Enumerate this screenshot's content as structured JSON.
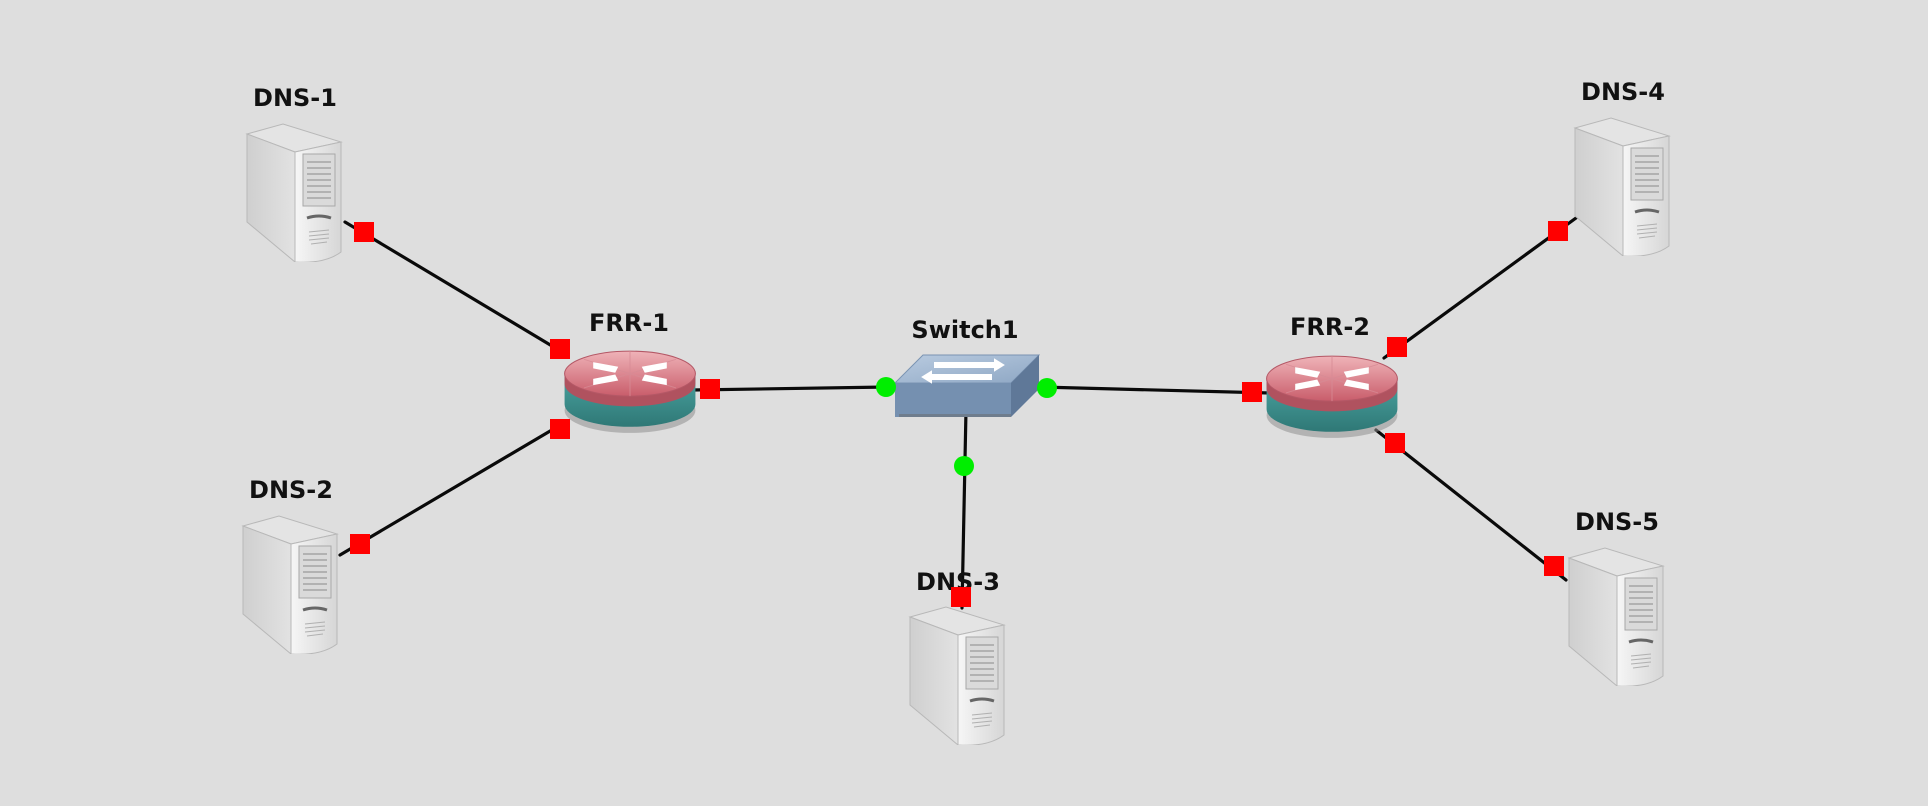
{
  "topology": {
    "nodes": {
      "dns1": {
        "label": "DNS-1",
        "type": "server",
        "icon": "server-icon"
      },
      "dns2": {
        "label": "DNS-2",
        "type": "server",
        "icon": "server-icon"
      },
      "dns3": {
        "label": "DNS-3",
        "type": "server",
        "icon": "server-icon"
      },
      "dns4": {
        "label": "DNS-4",
        "type": "server",
        "icon": "server-icon"
      },
      "dns5": {
        "label": "DNS-5",
        "type": "server",
        "icon": "server-icon"
      },
      "frr1": {
        "label": "FRR-1",
        "type": "router",
        "icon": "router-icon"
      },
      "frr2": {
        "label": "FRR-2",
        "type": "router",
        "icon": "router-icon"
      },
      "switch1": {
        "label": "Switch1",
        "type": "switch",
        "icon": "switch-icon"
      }
    },
    "links": [
      {
        "from": "dns1",
        "to": "frr1",
        "status": "down"
      },
      {
        "from": "dns2",
        "to": "frr1",
        "status": "down"
      },
      {
        "from": "frr1",
        "to": "switch1",
        "status": "mixed"
      },
      {
        "from": "switch1",
        "to": "dns3",
        "status": "mixed"
      },
      {
        "from": "switch1",
        "to": "frr2",
        "status": "mixed"
      },
      {
        "from": "frr2",
        "to": "dns4",
        "status": "down"
      },
      {
        "from": "frr2",
        "to": "dns5",
        "status": "down"
      }
    ],
    "colors": {
      "background": "#dedede",
      "link": "#0a0a0a",
      "port_down": "#ff0000",
      "port_up": "#00ee00",
      "router_top": "#d9707d",
      "router_base": "#3d8c8a",
      "switch_body": "#7590b0"
    }
  }
}
